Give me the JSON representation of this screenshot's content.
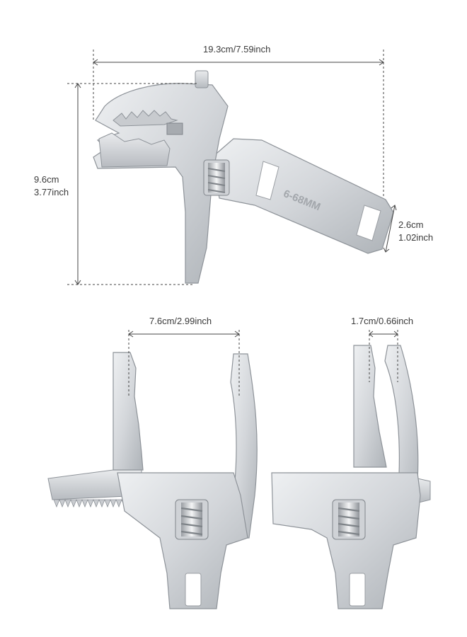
{
  "top_wrench": {
    "length_label": "19.3cm/7.59inch",
    "height_cm": "9.6cm",
    "height_inch": "3.77inch",
    "handle_cm": "2.6cm",
    "handle_inch": "1.02inch",
    "engraving": "6-68MM"
  },
  "open_view": {
    "jaw_label": "7.6cm/2.99inch"
  },
  "closed_view": {
    "jaw_label": "1.7cm/0.66inch"
  },
  "colors": {
    "metal_light": "#dadde0",
    "metal_mid": "#b9bdc2",
    "metal_dark": "#8e9399",
    "guide": "#444444"
  }
}
